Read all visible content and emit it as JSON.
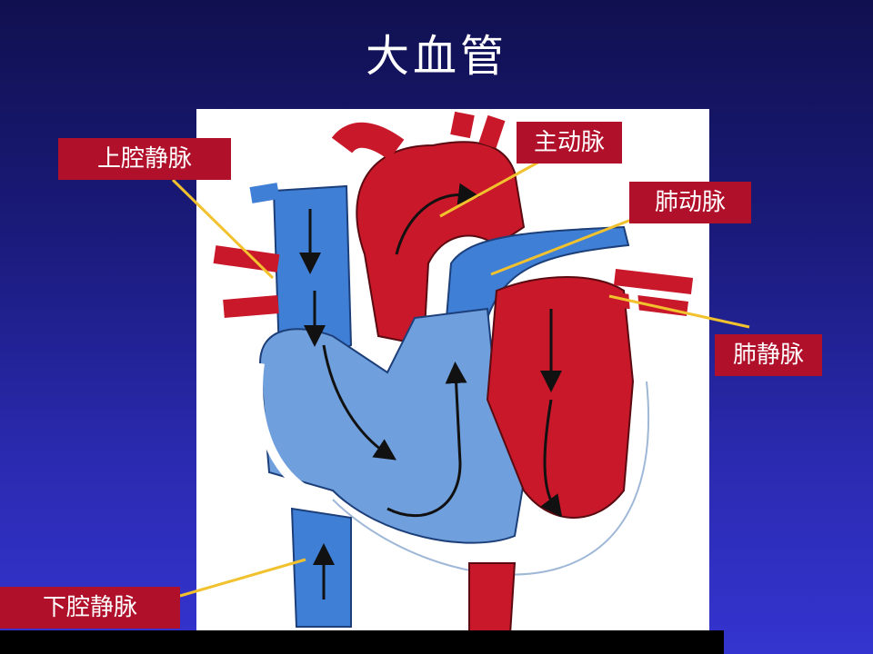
{
  "title": "大血管",
  "labels": {
    "superior_vena_cava": "上腔静脉",
    "aorta": "主动脉",
    "pulmonary_artery": "肺动脉",
    "pulmonary_vein": "肺静脉",
    "inferior_vena_cava": "下腔静脉"
  },
  "colors": {
    "label_background": "#b0102a",
    "pointer_line": "#f2c12e",
    "venous_blue": "#3f7fd6",
    "arterial_red": "#c8182a"
  }
}
